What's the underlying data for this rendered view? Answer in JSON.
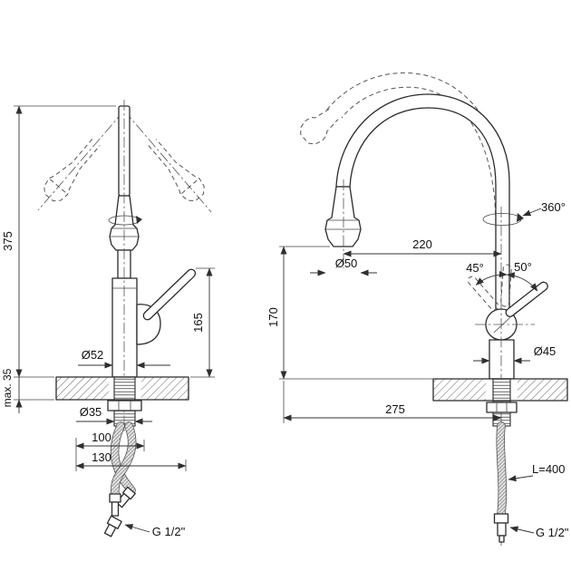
{
  "drawing": {
    "background": "#ffffff",
    "line_color": "#2b2b2b"
  },
  "front_view": {
    "dims": {
      "total_height": "375",
      "handle_height": "165",
      "body_diameter": "Ø52",
      "max_counter_thickness": "max. 35",
      "shank_diameter": "Ø35",
      "hose_offset_1": "100",
      "hose_offset_2": "130",
      "thread": "G 1/2\""
    }
  },
  "side_view": {
    "dims": {
      "swivel_angle": "360°",
      "spout_reach": "220",
      "spray_head_diameter": "Ø50",
      "handle_tilt_left": "45°",
      "handle_tilt_right": "50°",
      "spout_clearance": "170",
      "base_diameter": "Ø45",
      "total_depth": "275",
      "hose_length": "L=400",
      "thread": "G 1/2\""
    }
  }
}
